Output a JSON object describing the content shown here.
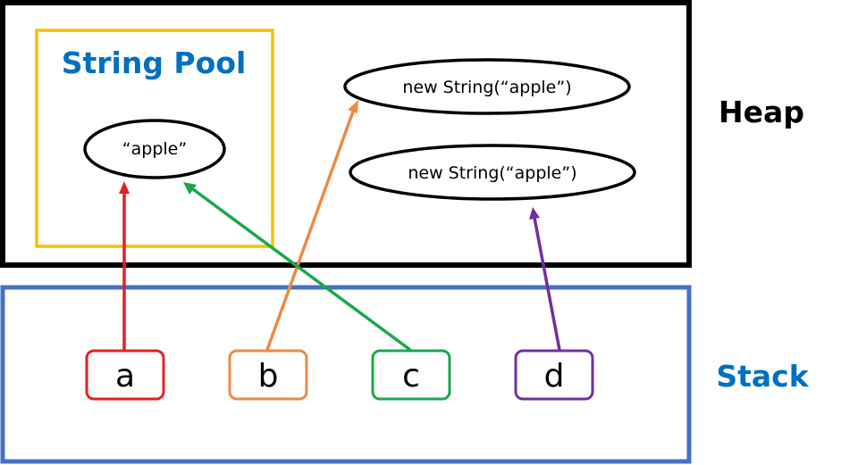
{
  "heap": {
    "label": "Heap",
    "border_color": "#000000"
  },
  "stack": {
    "label": "Stack",
    "border_color": "#4472C4",
    "label_color": "#0070C0"
  },
  "string_pool": {
    "label": "String Pool",
    "border_color": "#F2C200",
    "label_color": "#0070C0",
    "literal": "“apple”"
  },
  "heap_objects": [
    {
      "label": "new String(“apple”)"
    },
    {
      "label": "new String(“apple”)"
    }
  ],
  "variables": [
    {
      "name": "a",
      "color": "#E61F1F",
      "points_to": "string-pool-literal"
    },
    {
      "name": "b",
      "color": "#ED8A43",
      "points_to": "heap-object-1"
    },
    {
      "name": "c",
      "color": "#1AA84B",
      "points_to": "string-pool-literal"
    },
    {
      "name": "d",
      "color": "#7030A0",
      "points_to": "heap-object-2"
    }
  ]
}
